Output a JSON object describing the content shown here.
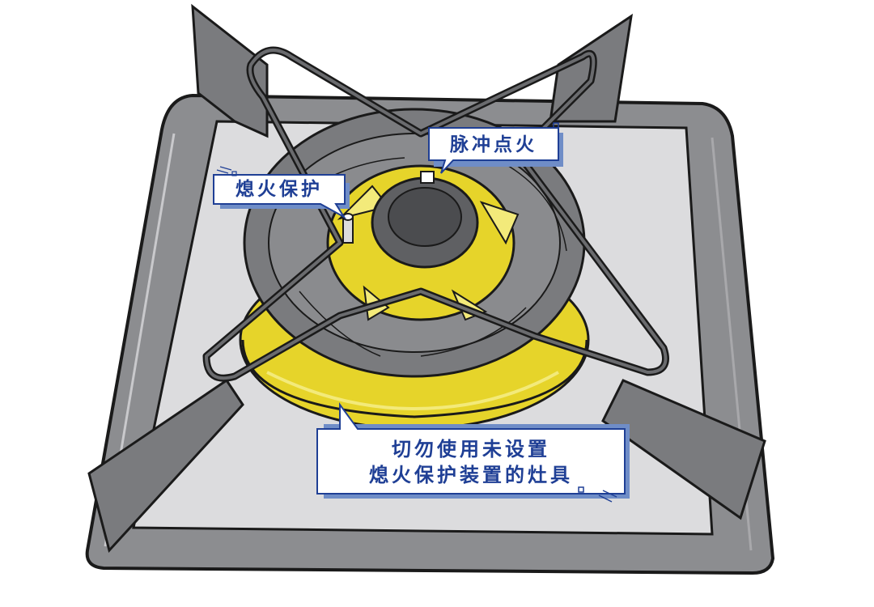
{
  "callouts": {
    "pulse_ignition": "脉冲点火",
    "flame_protection": "熄火保护",
    "warning_line1": "切勿使用未设置",
    "warning_line2": "熄火保护装置的灶具"
  },
  "colors": {
    "outline": "#1a1a1a",
    "metal_dark": "#7a7b7e",
    "metal_mid": "#8c8d90",
    "tray": "#dcdcde",
    "brass": "#e6d42a",
    "brass_light": "#f3ea7a",
    "callout_text": "#1f3f95",
    "callout_shadow": "#6f8dc7"
  },
  "icons": {
    "burner": "gas-burner-icon",
    "support": "pan-support-icon",
    "ignition": "pulse-ignition-needle-icon",
    "thermocouple": "thermocouple-icon"
  }
}
